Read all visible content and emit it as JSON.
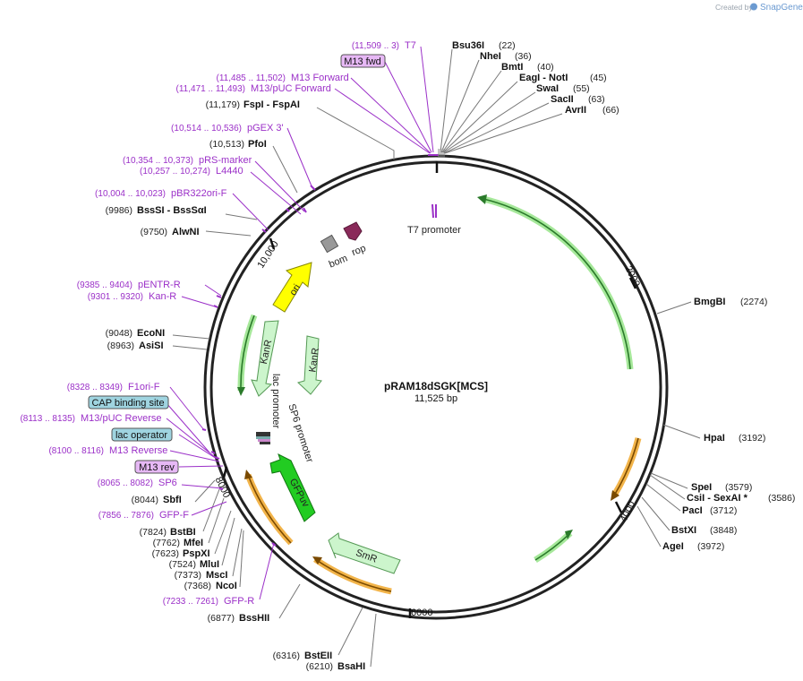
{
  "credit": {
    "prefix": "Created by",
    "brand": "SnapGene"
  },
  "plasmid": {
    "name": "pRAM18dSGK[MCS]",
    "length": "11,525 bp"
  },
  "ticks": [
    "2000",
    "4000",
    "6000",
    "8000",
    "10,000"
  ],
  "enzymes_right": [
    {
      "name": "Bsu36I",
      "pos": "(22)"
    },
    {
      "name": "NheI",
      "pos": "(36)"
    },
    {
      "name": "BmtI",
      "pos": "(40)"
    },
    {
      "name": "EagI - NotI",
      "pos": "(45)"
    },
    {
      "name": "SwaI",
      "pos": "(55)"
    },
    {
      "name": "SacII",
      "pos": "(63)"
    },
    {
      "name": "AvrII",
      "pos": "(66)"
    },
    {
      "name": "BmgBI",
      "pos": "(2274)"
    },
    {
      "name": "HpaI",
      "pos": "(3192)"
    },
    {
      "name": "SpeI",
      "pos": "(3579)"
    },
    {
      "name": "CsiI - SexAI *",
      "pos": "(3586)"
    },
    {
      "name": "PacI",
      "pos": "(3712)"
    },
    {
      "name": "BstXI",
      "pos": "(3848)"
    },
    {
      "name": "AgeI",
      "pos": "(3972)"
    }
  ],
  "enzymes_left": [
    {
      "name": "FspI - FspAI",
      "pos": "(11,179)"
    },
    {
      "name": "PfoI",
      "pos": "(10,513)"
    },
    {
      "name": "BssSI - BssSαI",
      "pos": "(9986)"
    },
    {
      "name": "AlwNI",
      "pos": "(9750)"
    },
    {
      "name": "EcoNI",
      "pos": "(9048)"
    },
    {
      "name": "AsiSI",
      "pos": "(8963)"
    },
    {
      "name": "SbfI",
      "pos": "(8044)"
    },
    {
      "name": "BstBI",
      "pos": "(7824)"
    },
    {
      "name": "MfeI",
      "pos": "(7762)"
    },
    {
      "name": "PspXI",
      "pos": "(7623)"
    },
    {
      "name": "MluI",
      "pos": "(7524)"
    },
    {
      "name": "MscI",
      "pos": "(7373)"
    },
    {
      "name": "NcoI",
      "pos": "(7368)"
    },
    {
      "name": "BssHII",
      "pos": "(6877)"
    },
    {
      "name": "BstEII",
      "pos": "(6316)"
    },
    {
      "name": "BsaHI",
      "pos": "(6210)"
    }
  ],
  "primers": [
    {
      "name": "T7",
      "range": "(11,509 .. 3)"
    },
    {
      "name": "M13 Forward",
      "range": "(11,485 .. 11,502)"
    },
    {
      "name": "M13/pUC Forward",
      "range": "(11,471 .. 11,493)"
    },
    {
      "name": "pGEX 3'",
      "range": "(10,514 .. 10,536)"
    },
    {
      "name": "pRS-marker",
      "range": "(10,354 .. 10,373)"
    },
    {
      "name": "L4440",
      "range": "(10,257 .. 10,274)"
    },
    {
      "name": "pBR322ori-F",
      "range": "(10,004 .. 10,023)"
    },
    {
      "name": "pENTR-R",
      "range": "(9385 .. 9404)"
    },
    {
      "name": "Kan-R",
      "range": "(9301 .. 9320)"
    },
    {
      "name": "F1ori-F",
      "range": "(8328 .. 8349)"
    },
    {
      "name": "M13/pUC Reverse",
      "range": "(8113 .. 8135)"
    },
    {
      "name": "M13 Reverse",
      "range": "(8100 .. 8116)"
    },
    {
      "name": "SP6",
      "range": "(8065 .. 8082)"
    },
    {
      "name": "GFP-F",
      "range": "(7856 .. 7876)"
    },
    {
      "name": "GFP-R",
      "range": "(7233 .. 7261)"
    }
  ],
  "boxed_labels": [
    {
      "name": "M13 fwd",
      "color": "#e6b8f5"
    },
    {
      "name": "CAP binding site",
      "color": "#9fd4e0"
    },
    {
      "name": "lac operator",
      "color": "#9fd4e0"
    },
    {
      "name": "M13 rev",
      "color": "#e6b8f5"
    }
  ],
  "features": [
    {
      "name": "T7 promoter"
    },
    {
      "name": "bom"
    },
    {
      "name": "rop"
    },
    {
      "name": "ori",
      "color": "#ffff00"
    },
    {
      "name": "KanR",
      "color": "#ccf5cc"
    },
    {
      "name": "KanR",
      "color": "#ccf5cc"
    },
    {
      "name": "lac promoter"
    },
    {
      "name": "SP6 promoter"
    },
    {
      "name": "GFPuv",
      "color": "#22cc22"
    },
    {
      "name": "SmR",
      "color": "#ccf5cc"
    }
  ],
  "colors": {
    "primer": "#9b30c8",
    "backbone": "#222222",
    "orange_arc": "#f2b44a",
    "green_arc": "#a6e89a"
  }
}
